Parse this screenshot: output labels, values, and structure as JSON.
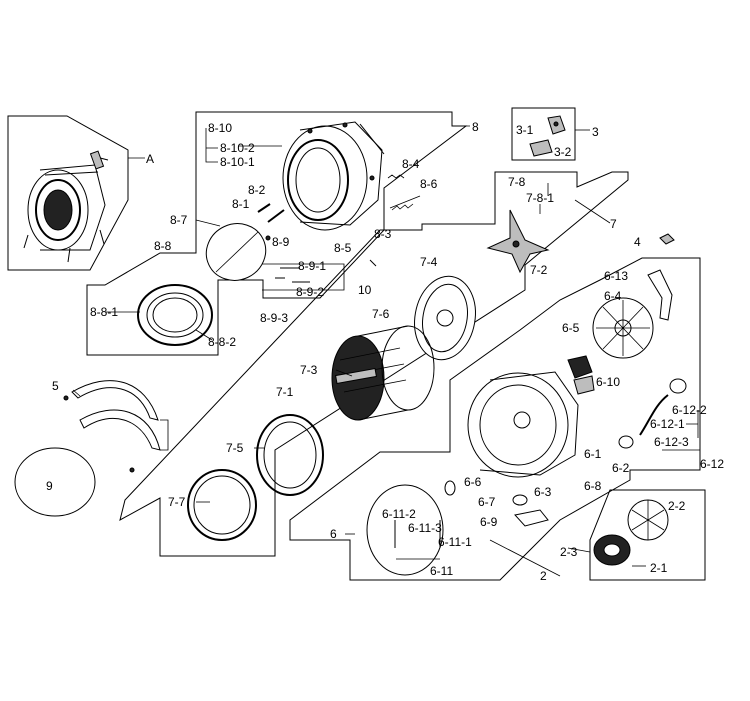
{
  "labels": {
    "A": "A",
    "L8": "8",
    "L8_10": "8-10",
    "L8_10_2": "8-10-2",
    "L8_10_1": "8-10-1",
    "L8_4": "8-4",
    "L8_6": "8-6",
    "L8_2": "8-2",
    "L8_1": "8-1",
    "L8_3": "8-3",
    "L8_5": "8-5",
    "L8_9": "8-9",
    "L8_7": "8-7",
    "L8_8": "8-8",
    "L8_9_1": "8-9-1",
    "L8_9_2": "8-9-2",
    "L8_9_3": "8-9-3",
    "L10": "10",
    "L8_8_1": "8-8-1",
    "L8_8_2": "8-8-2",
    "L3": "3",
    "L3_1": "3-1",
    "L3_2": "3-2",
    "L7": "7",
    "L7_8": "7-8",
    "L7_8_1": "7-8-1",
    "L7_2": "7-2",
    "L7_4": "7-4",
    "L7_6": "7-6",
    "L7_3": "7-3",
    "L7_1": "7-1",
    "L7_5": "7-5",
    "L7_7": "7-7",
    "L4": "4",
    "L6_13": "6-13",
    "L6_4": "6-4",
    "L6_5": "6-5",
    "L6_10": "6-10",
    "L6_12_2": "6-12-2",
    "L6_12_1": "6-12-1",
    "L6_12_3": "6-12-3",
    "L6_12": "6-12",
    "L6_1": "6-1",
    "L6_2": "6-2",
    "L6_6": "6-6",
    "L6_3": "6-3",
    "L6_8": "6-8",
    "L6_7": "6-7",
    "L6_9": "6-9",
    "L6_11_2": "6-11-2",
    "L6_11_3": "6-11-3",
    "L6_11_1": "6-11-1",
    "L6_11": "6-11",
    "L6": "6",
    "L5": "5",
    "L9": "9",
    "L2": "2",
    "L2_2": "2-2",
    "L2_3": "2-3",
    "L2_1": "2-1"
  }
}
